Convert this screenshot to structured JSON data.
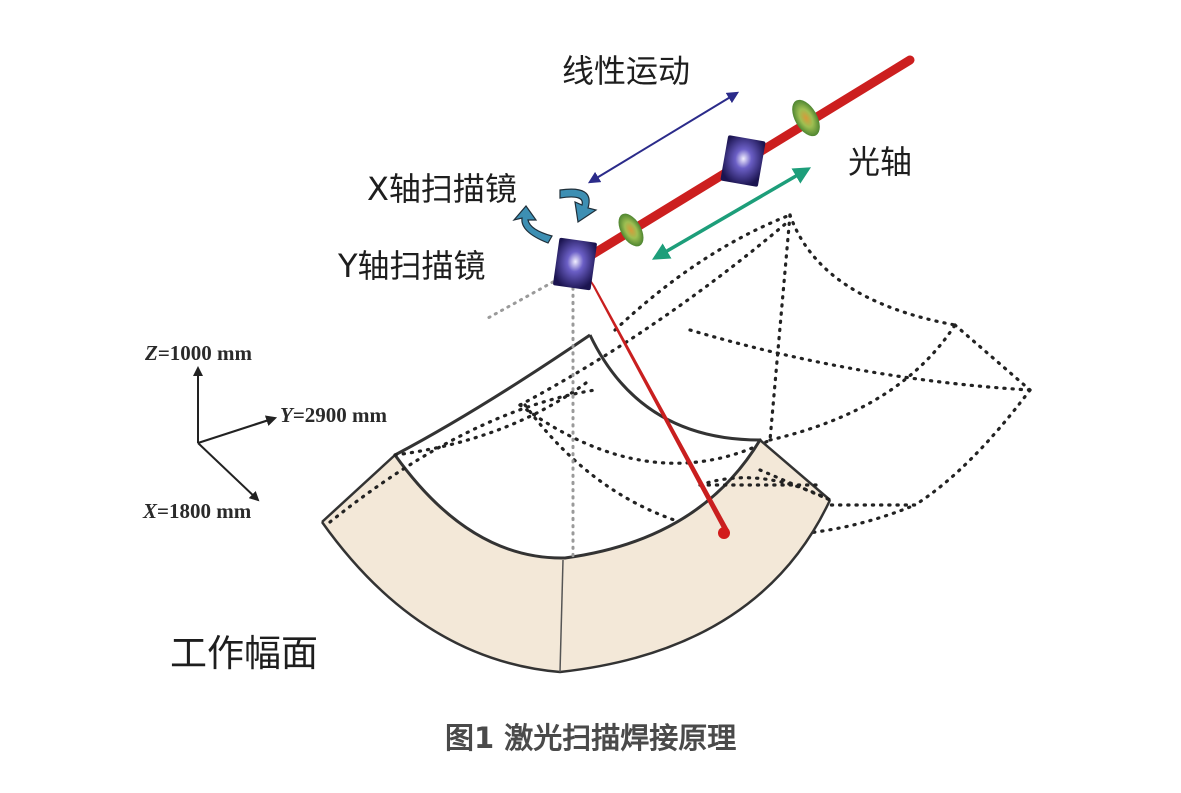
{
  "labels": {
    "linear_motion": "线性运动",
    "optical_axis": "光轴",
    "x_mirror": "X轴扫描镜",
    "y_mirror": "Y轴扫描镜",
    "work_surface": "工作幅面"
  },
  "axes": {
    "z": {
      "var": "Z",
      "value": "=1000 mm"
    },
    "y": {
      "var": "Y",
      "value": "=2900 mm"
    },
    "x": {
      "var": "X",
      "value": "=1800 mm"
    }
  },
  "caption": "图1 激光扫描焊接原理",
  "colors": {
    "laser": "#cc1f1f",
    "mirror": "#2a2270",
    "lens": "#5c9a3a",
    "workpiece": "#f3e8d8",
    "motion_arrow": "#2b2b8a",
    "axis_arrow": "#1d9e7a",
    "rotation_arrow": "#3d8fb3"
  }
}
